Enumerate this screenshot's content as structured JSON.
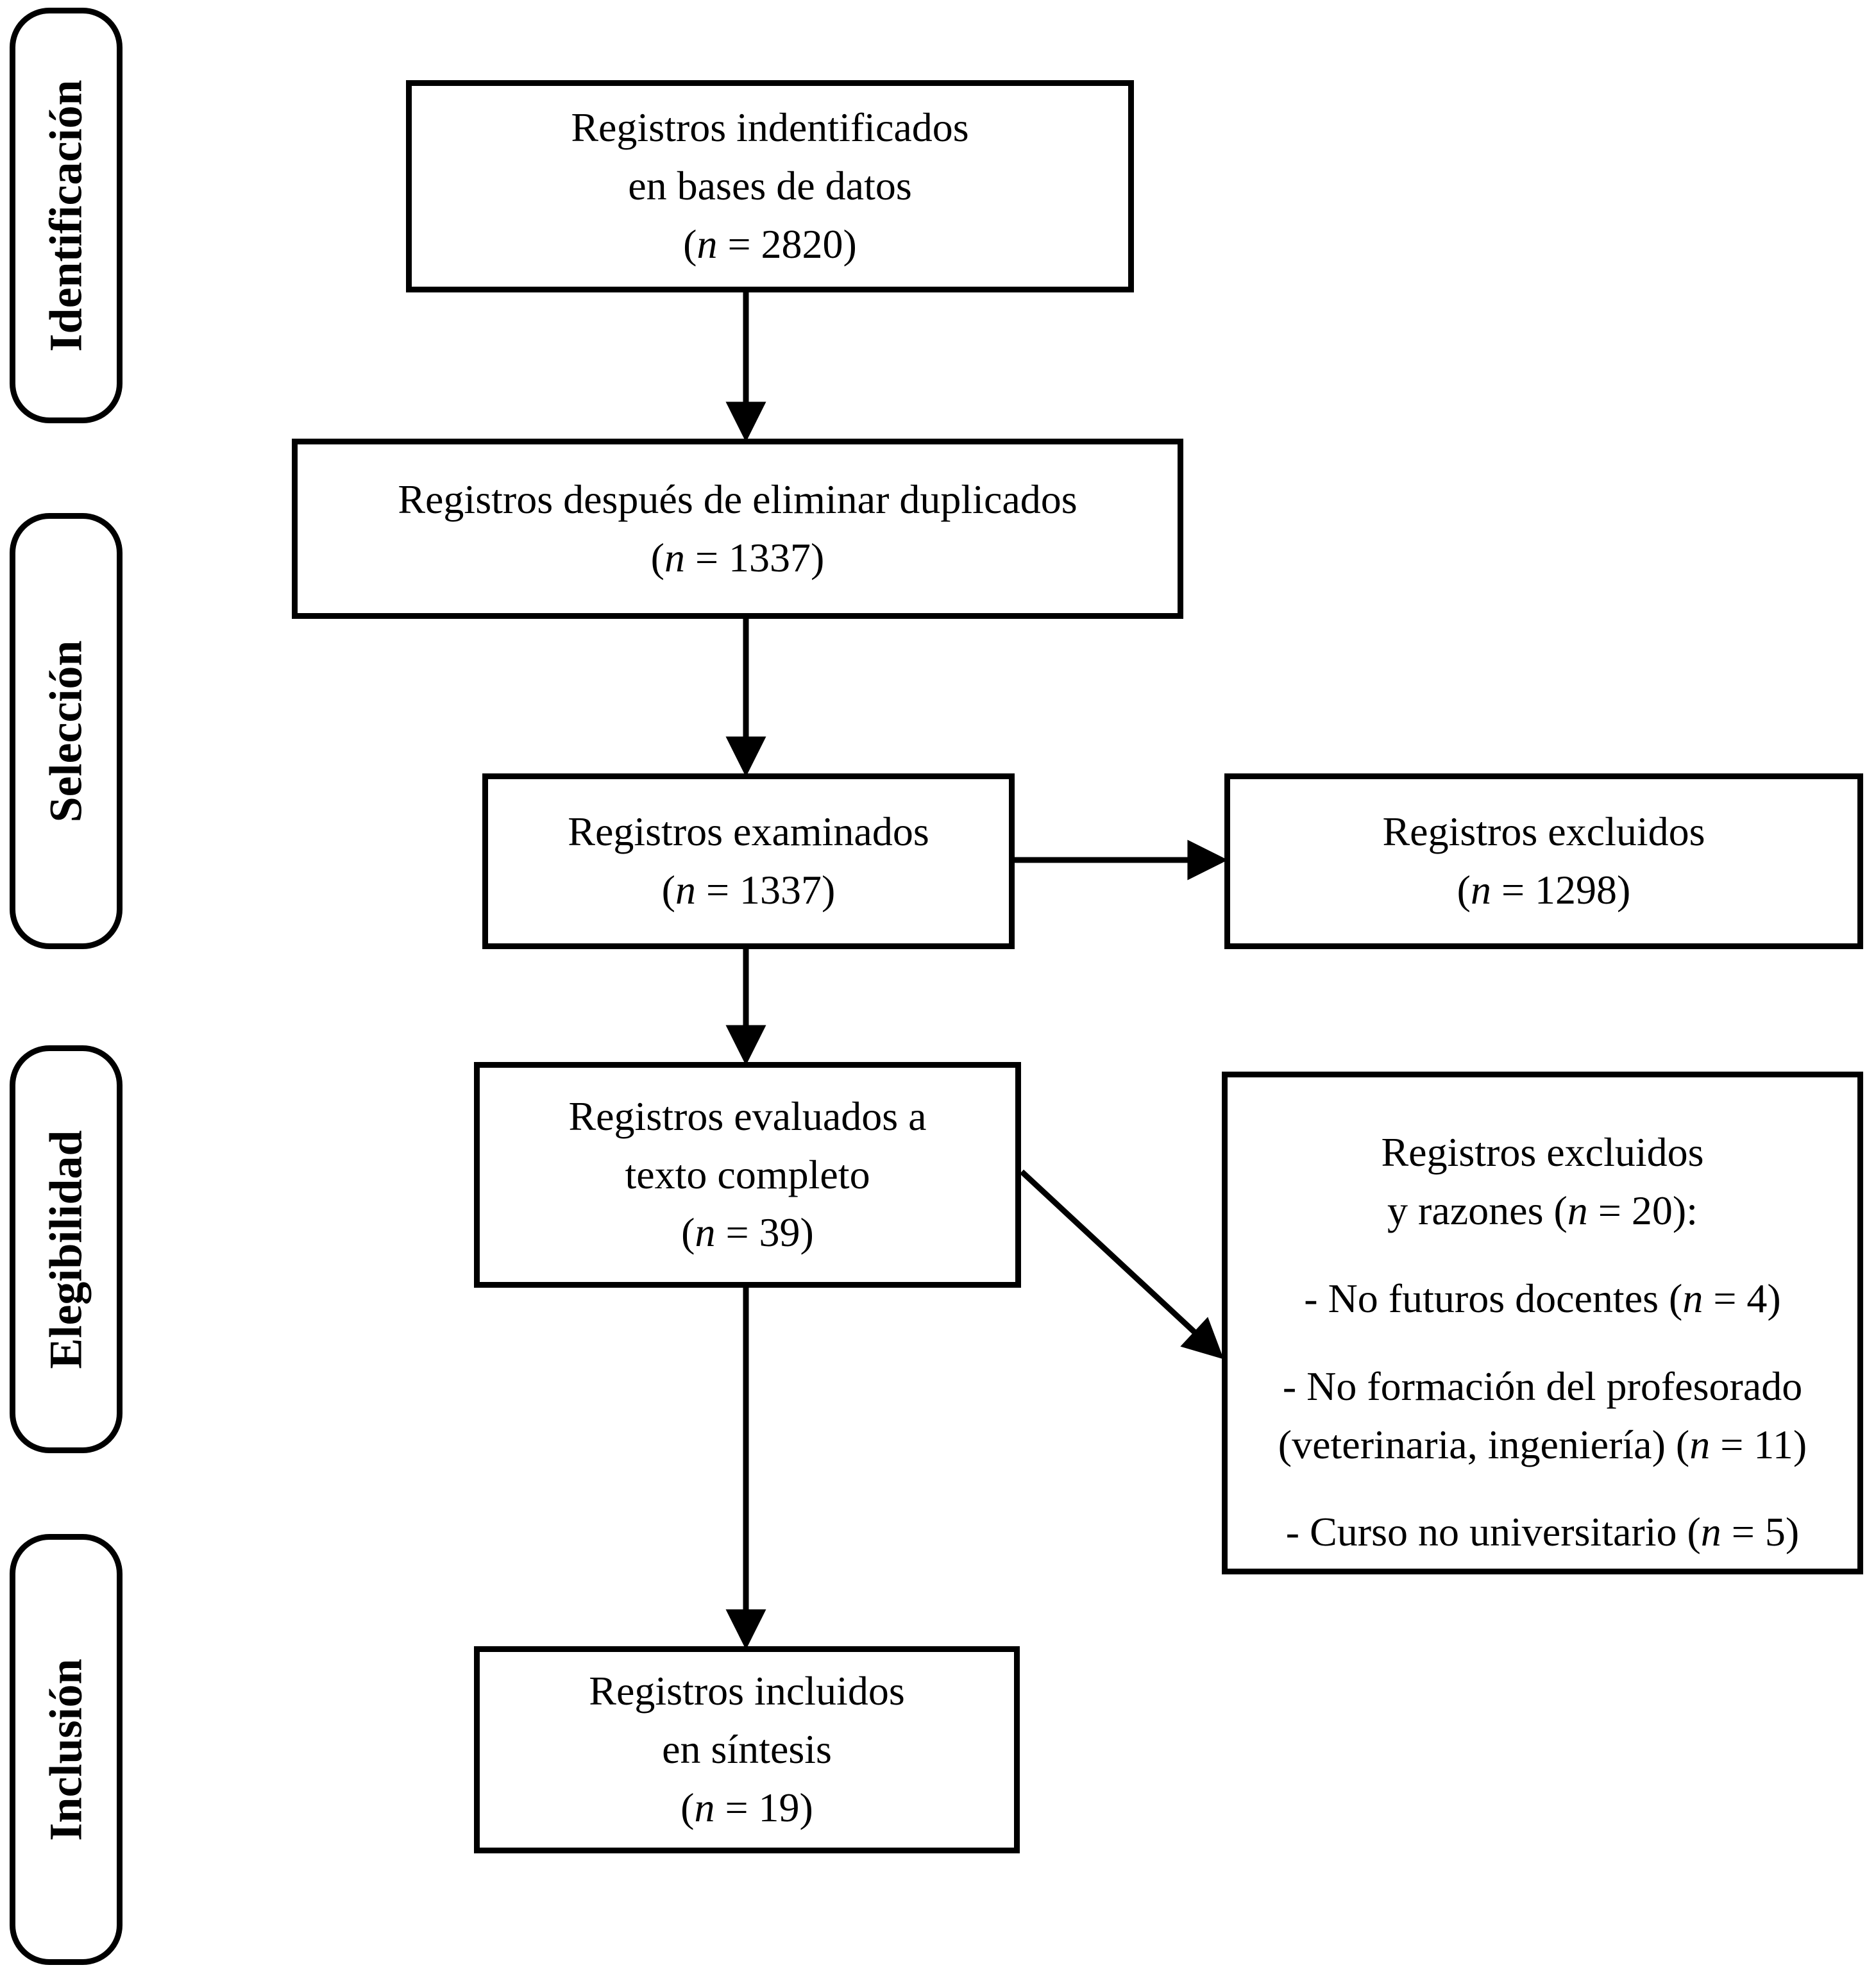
{
  "stages": [
    {
      "label": "Identificación"
    },
    {
      "label": "Selección"
    },
    {
      "label": "Elegibilidad"
    },
    {
      "label": "Inclusión"
    }
  ],
  "boxes": {
    "identified": {
      "lines": [
        "Registros indentificados",
        "en bases de datos",
        "(n = 2820)"
      ]
    },
    "deduplicated": {
      "lines": [
        "Registros después de eliminar duplicados",
        "(n = 1337)"
      ]
    },
    "screened": {
      "lines": [
        "Registros examinados",
        "(n = 1337)"
      ]
    },
    "excluded_screened": {
      "lines": [
        "Registros excluidos",
        "(n = 1298)"
      ]
    },
    "fulltext": {
      "lines": [
        "Registros evaluados a",
        "texto completo",
        "(n = 39)"
      ]
    },
    "excluded_fulltext": {
      "title_lines": [
        "Registros excluidos",
        "y razones (n = 20):"
      ],
      "reasons": [
        "- No futuros docentes (n = 4)",
        "- No formación del profesorado (veterinaria, ingeniería) (n = 11)",
        "- Curso no universitario (n = 5)"
      ]
    },
    "included": {
      "lines": [
        "Registros incluidos",
        "en síntesis",
        "(n = 19)"
      ]
    }
  },
  "colors": {
    "line": "#000000",
    "background": "#ffffff"
  }
}
